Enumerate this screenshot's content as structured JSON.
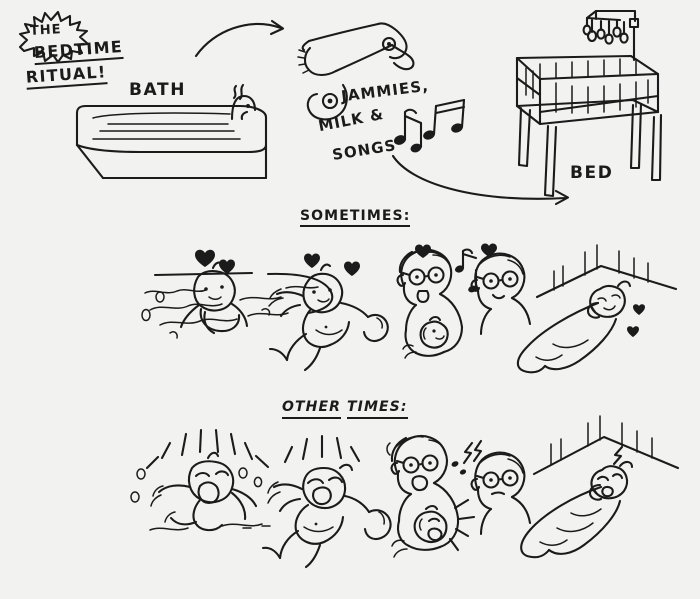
{
  "page": {
    "kind": "hand-drawn-comic",
    "background_color": "#f2f2f1",
    "ink_color": "#1b1b1b"
  },
  "title": {
    "badge_word": "THE",
    "line1": "BEDTIME",
    "line2": "RITUAL!"
  },
  "flow": {
    "steps": [
      {
        "label": "BATH",
        "icon": "bathtub-icon"
      },
      {
        "label_line1": "JAMMIES,",
        "label_line2": "MILK &",
        "label_line3": "SONGS",
        "icon": "onesie-icon"
      },
      {
        "label": "BED",
        "icon": "crib-icon"
      }
    ],
    "arrow1": "curved-arrow-bath-to-jammies",
    "arrow2": "curved-arrow-jammies-to-bed"
  },
  "sections": [
    {
      "heading": "SOMETIMES:",
      "mood": "happy",
      "panels": [
        {
          "name": "baby-splashing-in-bath-happy",
          "accents": "hearts"
        },
        {
          "name": "baby-getting-dressed-happy",
          "accents": "hearts"
        },
        {
          "name": "parents-singing-with-baby-happy",
          "accents": "music-notes-and-hearts"
        },
        {
          "name": "swaddled-baby-asleep-in-crib",
          "accents": "hearts"
        }
      ]
    },
    {
      "heading": "OTHER TIMES:",
      "heading_part1": "OTHER",
      "heading_part2": "TIMES:",
      "mood": "upset",
      "panels": [
        {
          "name": "baby-screaming-in-bath",
          "accents": "anger-burst-lines"
        },
        {
          "name": "baby-resisting-getting-dressed",
          "accents": "anger-burst-lines"
        },
        {
          "name": "parents-stressed-with-crying-baby",
          "accents": "anger-burst-and-sweat-drops"
        },
        {
          "name": "swaddled-baby-awake-fussing-in-crib",
          "accents": "squiggle"
        }
      ]
    }
  ]
}
